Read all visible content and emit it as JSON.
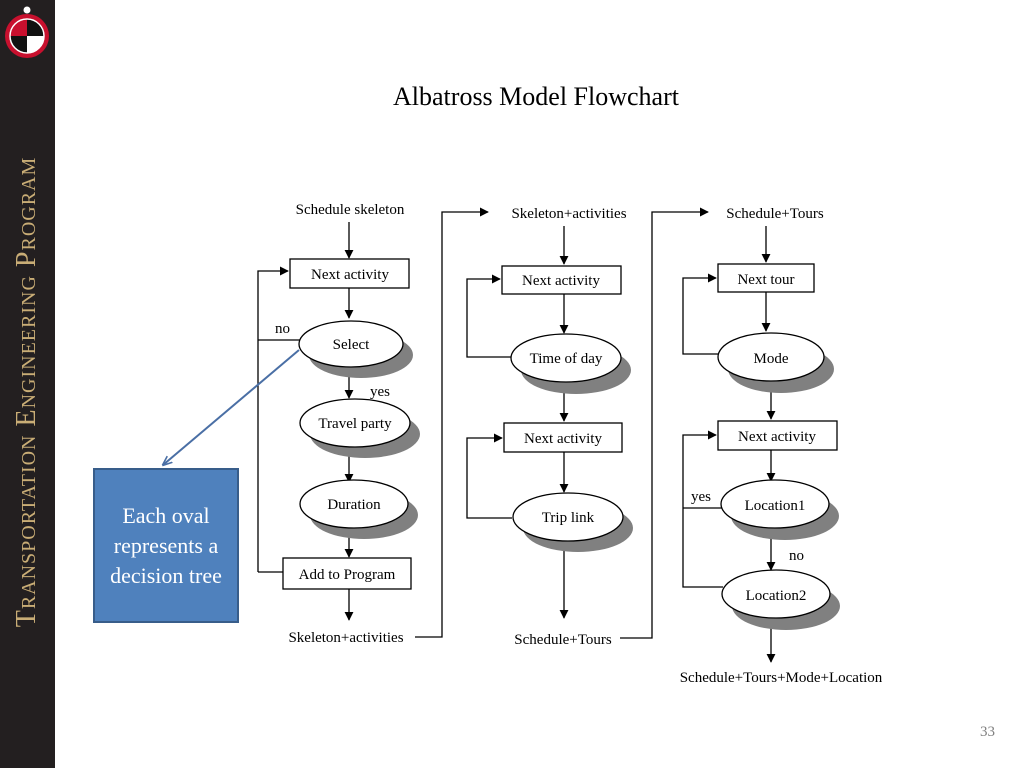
{
  "sidebar": {
    "title": "Transportation Engineering Program"
  },
  "slide": {
    "title": "Albatross Model Flowchart",
    "page_number": "33"
  },
  "callout": {
    "text": "Each oval represents a decision tree"
  },
  "flowchart": {
    "col1": {
      "start": "Schedule skeleton",
      "next_activity": "Next activity",
      "select": "Select",
      "no": "no",
      "yes": "yes",
      "travel_party": "Travel party",
      "duration": "Duration",
      "add_to_program": "Add to Program",
      "end": "Skeleton+activities"
    },
    "col2": {
      "start": "Skeleton+activities",
      "next_activity_1": "Next activity",
      "time_of_day": "Time of day",
      "next_activity_2": "Next activity",
      "trip_link": "Trip link",
      "end": "Schedule+Tours"
    },
    "col3": {
      "start": "Schedule+Tours",
      "next_tour": "Next tour",
      "mode": "Mode",
      "next_activity": "Next activity",
      "yes": "yes",
      "location1": "Location1",
      "no": "no",
      "location2": "Location2",
      "end": "Schedule+Tours+Mode+Location"
    }
  },
  "colors": {
    "sidebar": "#231f20",
    "sidebar_text": "#c9ad76",
    "callout_fill": "#4f81bd",
    "callout_arrow": "#4a6fa5"
  }
}
